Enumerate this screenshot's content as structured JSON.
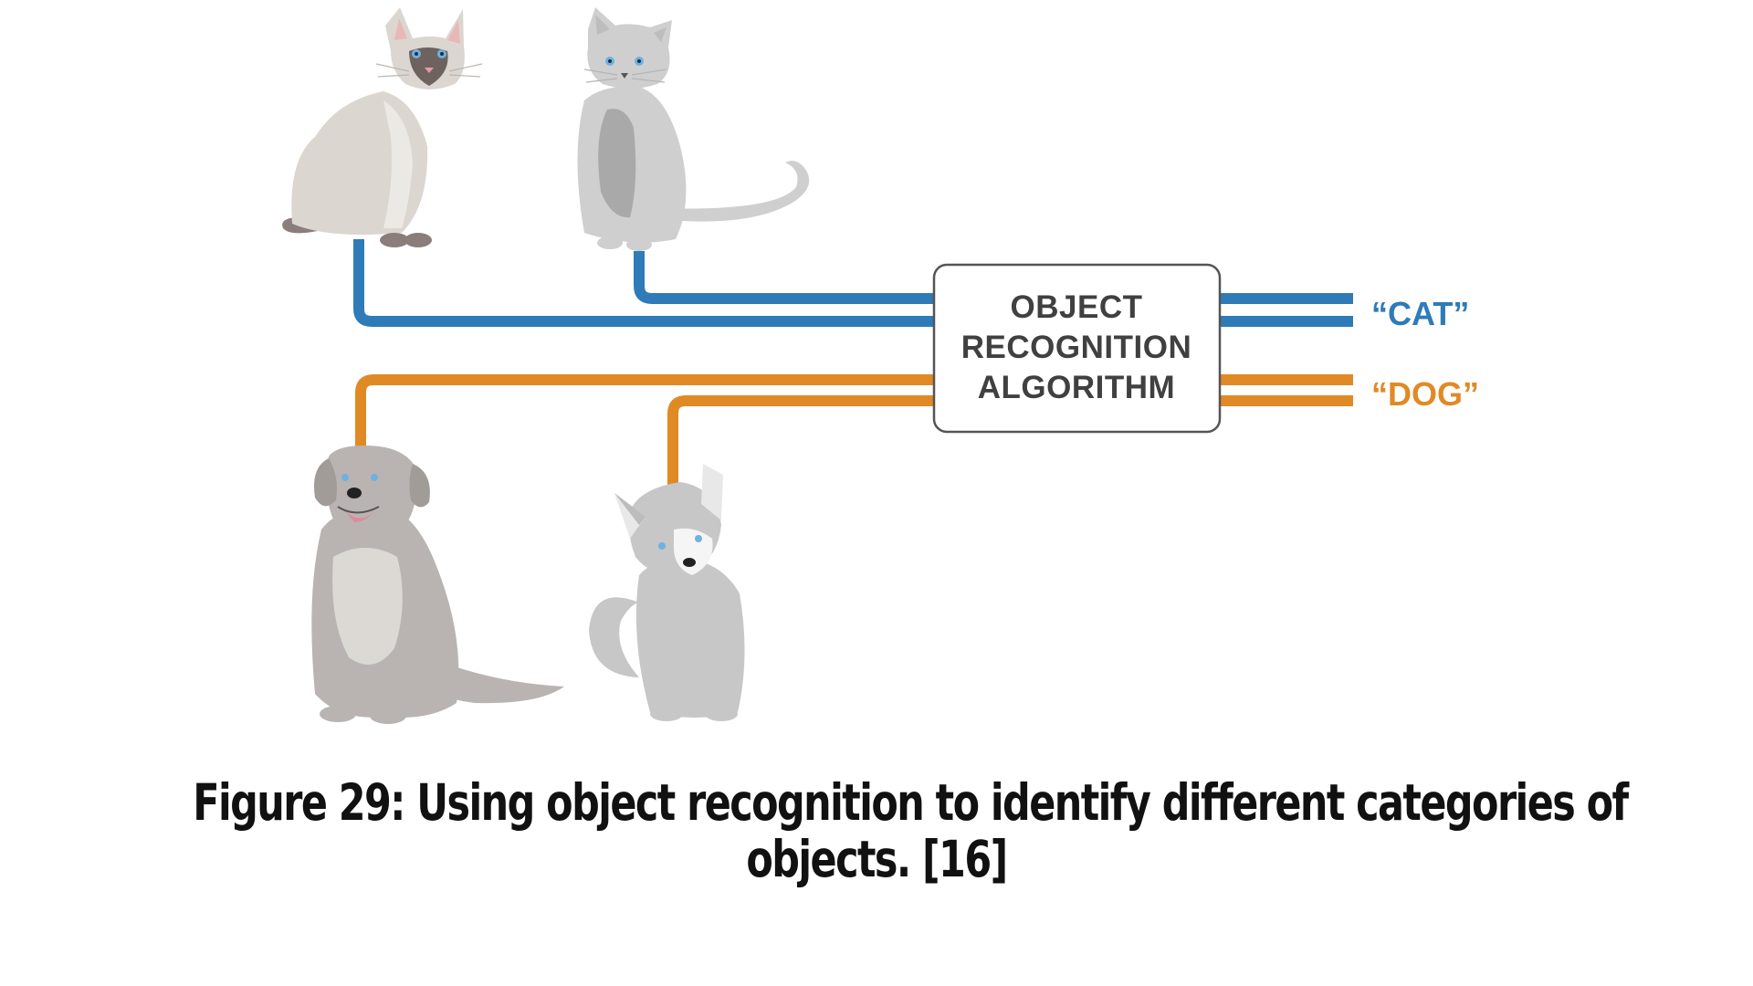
{
  "diagram": {
    "box_lines": [
      "OBJECT",
      "RECOGNITION",
      "ALGORITHM"
    ],
    "outputs": [
      {
        "text": "“CAT”",
        "color": "#2e7bb8"
      },
      {
        "text": "“DOG”",
        "color": "#e08a26"
      }
    ],
    "colors": {
      "cat_path": "#2e7bb8",
      "dog_path": "#e08a26",
      "box_border": "#555555",
      "box_text": "#404040"
    },
    "inputs": [
      {
        "icon": "siamese-cat-icon",
        "category": "cat"
      },
      {
        "icon": "grey-cat-icon",
        "category": "cat"
      },
      {
        "icon": "retriever-dog-icon",
        "category": "dog"
      },
      {
        "icon": "husky-puppy-icon",
        "category": "dog"
      }
    ]
  },
  "caption": {
    "line1": "Figure 29: Using object recognition to identify different categories of",
    "line2": "objects.  [16]"
  }
}
